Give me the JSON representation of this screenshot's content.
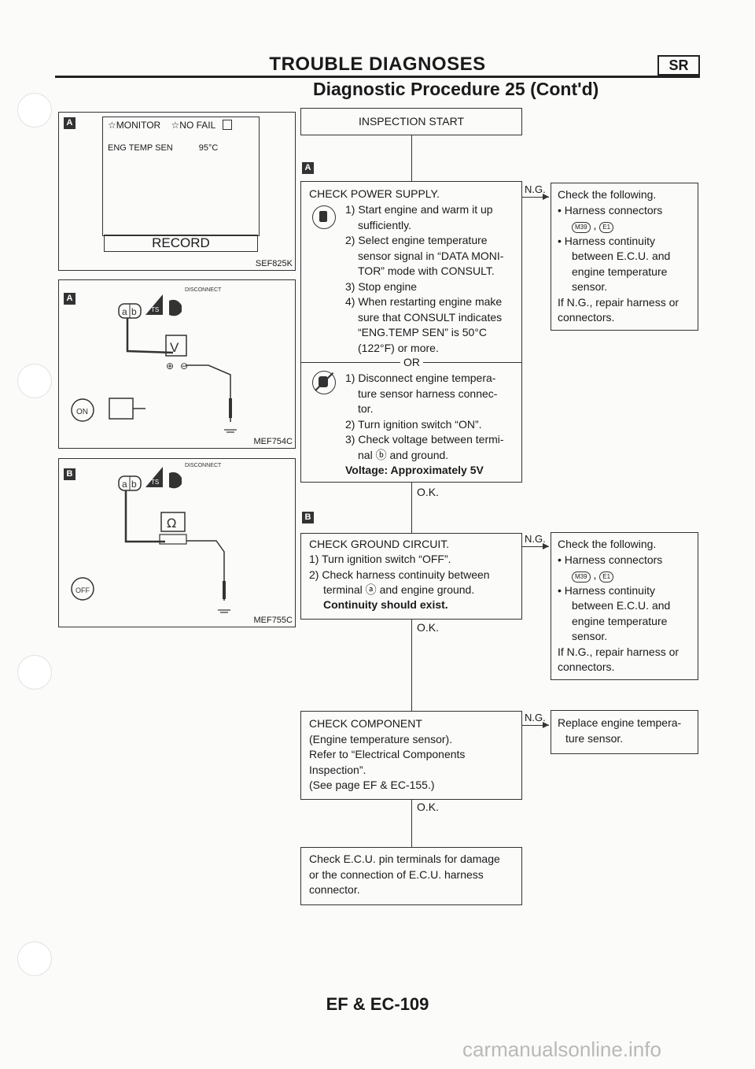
{
  "header": {
    "title": "TROUBLE DIAGNOSES",
    "badge": "SR",
    "subtitle": "Diagnostic Procedure 25 (Cont'd)"
  },
  "figures": {
    "fig_a1": {
      "label": "A",
      "screen_line1_left": "☆MONITOR",
      "screen_line1_mid": "☆NO FAIL",
      "screen_line2_name": "ENG TEMP SEN",
      "screen_line2_value": "95°C",
      "record_button": "RECORD",
      "ref": "SEF825K"
    },
    "fig_a2": {
      "label": "A",
      "disconnect_text": "DISCONNECT",
      "meter_label": "V",
      "plus_sign": "⊕",
      "minus_sign": "⊖",
      "ref": "MEF754C"
    },
    "fig_b": {
      "label": "B",
      "disconnect_text": "DISCONNECT",
      "meter_label": "Ω",
      "ref": "MEF755C"
    }
  },
  "flow": {
    "inspection_start": "INSPECTION START",
    "step1_label": "A",
    "step1": {
      "title": "CHECK POWER SUPPLY.",
      "lines": [
        "1) Start engine and warm it up",
        "sufficiently.",
        "2) Select engine temperature",
        "sensor signal in “DATA MONI-",
        "TOR” mode with CONSULT.",
        "3) Stop engine",
        "4) When restarting engine make",
        "sure that CONSULT indicates",
        "“ENG.TEMP SEN” is 50°C",
        "(122°F) or more."
      ],
      "or_text": "OR",
      "alt_lines": [
        "1) Disconnect engine tempera-",
        "ture sensor harness connec-",
        "tor.",
        "2) Turn ignition switch “ON”.",
        "3) Check voltage between termi-",
        "nal ⓑ and ground."
      ],
      "alt_bold": "Voltage: Approximately 5V",
      "ng": "N.G.",
      "ok": "O.K."
    },
    "step1_ng": {
      "lines": [
        "Check the following.",
        "Harness connectors",
        "Harness continuity",
        "between E.C.U. and",
        "engine temperature",
        "sensor.",
        "If N.G., repair harness or",
        "connectors."
      ],
      "conn1": "M39",
      "conn2": "E1"
    },
    "step2_label": "B",
    "step2": {
      "title": "CHECK GROUND CIRCUIT.",
      "lines": [
        "1) Turn ignition switch “OFF”.",
        "2) Check harness continuity between",
        "terminal ⓐ and engine ground."
      ],
      "bold": "Continuity should exist.",
      "ng": "N.G.",
      "ok": "O.K."
    },
    "step2_ng": {
      "lines": [
        "Check the following.",
        "Harness connectors",
        "Harness continuity",
        "between E.C.U. and",
        "engine temperature",
        "sensor.",
        "If N.G., repair harness or",
        "connectors."
      ],
      "conn1": "M39",
      "conn2": "E1"
    },
    "step3": {
      "lines": [
        "CHECK COMPONENT",
        "(Engine temperature sensor).",
        "Refer to “Electrical Components",
        "Inspection”.",
        "(See page EF & EC-155.)"
      ],
      "ng": "N.G.",
      "ok": "O.K."
    },
    "step3_ng": {
      "lines": [
        "Replace engine tempera-",
        "ture sensor."
      ]
    },
    "final": {
      "lines": [
        "Check E.C.U. pin terminals for damage",
        "or the connection of E.C.U. harness",
        "connector."
      ]
    }
  },
  "footer": {
    "page": "EF & EC-109",
    "watermark": "carmanualsonline.info"
  }
}
